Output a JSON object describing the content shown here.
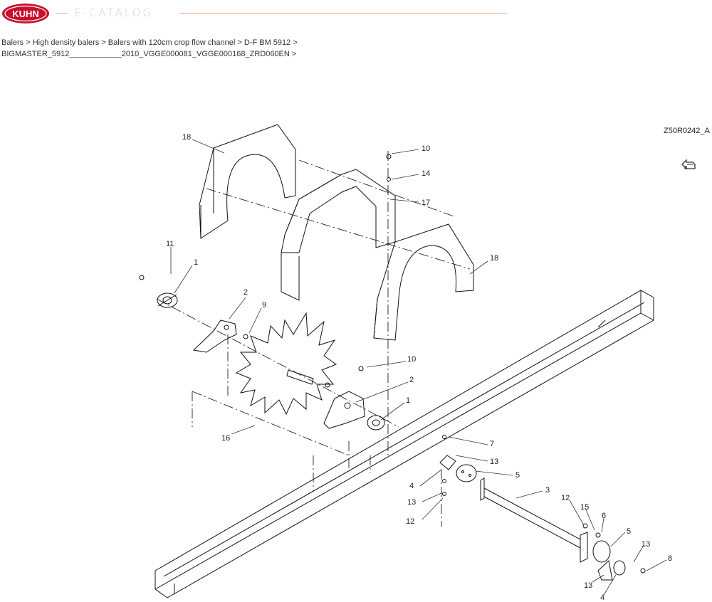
{
  "header": {
    "brand": "KUHN",
    "catalog_label": "E-CATALOG"
  },
  "breadcrumb": {
    "line1": "Balers > High density balers > Balers with 120cm crop flow channel > D-F BM 5912 >",
    "line2": "BIGMASTER_5912____________2010_VGGE000081_VGGE000168_ZRD060EN >"
  },
  "drawing": {
    "id": "Z50R0242_A"
  },
  "callouts": {
    "c18a": "18",
    "c10a": "10",
    "c14": "14",
    "c17": "17",
    "c18b": "18",
    "c11": "11",
    "c1a": "1",
    "c2a": "2",
    "c9": "9",
    "c10b": "10",
    "c2b": "2",
    "c1b": "1",
    "c16": "16",
    "c7": "7",
    "c13a": "13",
    "c5a": "5",
    "c4a": "4",
    "c3": "3",
    "c13b": "13",
    "c12a": "12",
    "c12b": "12",
    "c15": "15",
    "c6": "6",
    "c5b": "5",
    "c13c": "13",
    "c8": "8",
    "c13d": "13",
    "c4b": "4"
  },
  "colors": {
    "brand_red": "#c8102e",
    "rule": "#e7a58a"
  },
  "icons": {
    "back": "return-arrow-icon"
  }
}
